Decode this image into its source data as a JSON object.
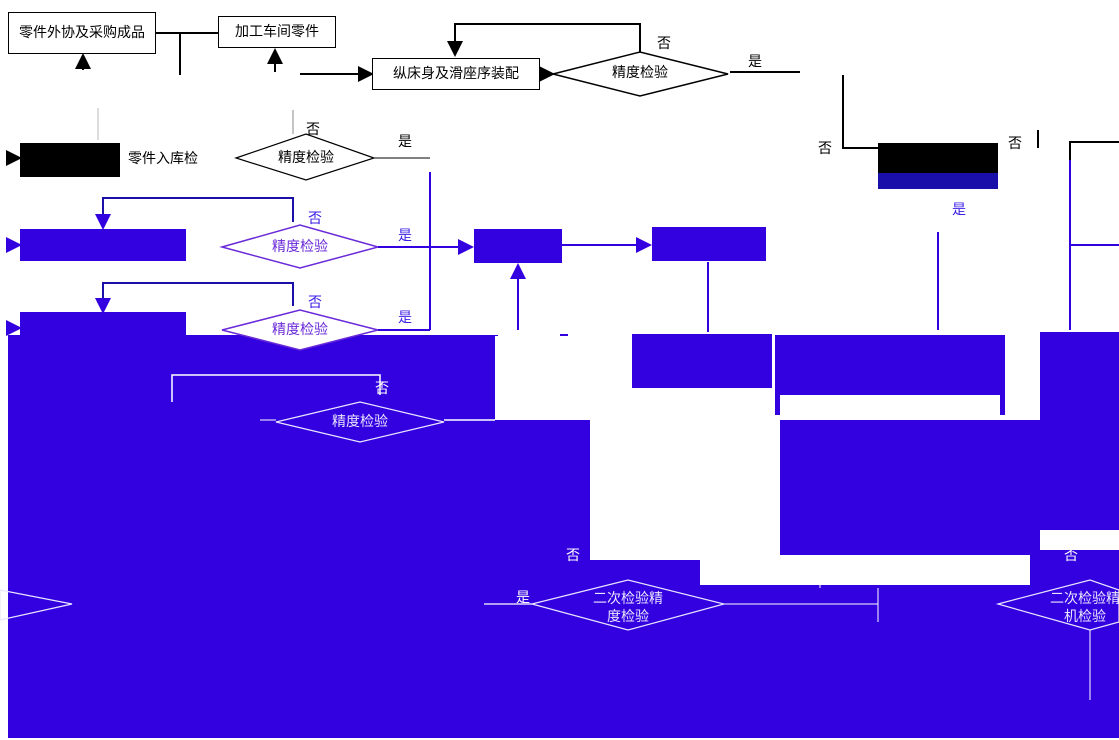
{
  "diagram": {
    "boxes": {
      "outsourced_parts": "零件外协及采购成品",
      "workshop_parts": "加工车间零件",
      "assembly": "纵床身及滑座序装配",
      "parts_warehouse": "零件入库检"
    },
    "diamonds": {
      "precision_top": "精度检验",
      "precision_row1": "精度检验",
      "precision_row2": "精度检验",
      "precision_row3": "精度检验",
      "precision_row4": "精度检验",
      "second_check": "二次检验精度检验",
      "second_check_right": "二次检验精机检验"
    },
    "labels": {
      "no": "否",
      "yes": "是"
    }
  }
}
